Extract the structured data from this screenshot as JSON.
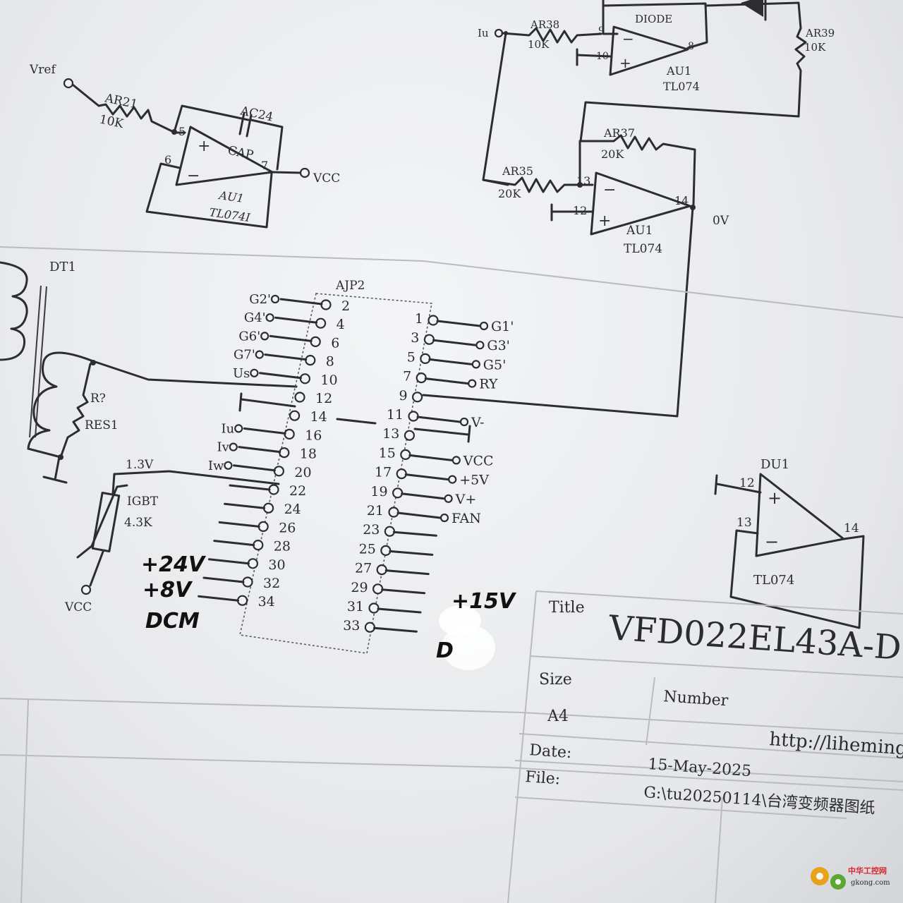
{
  "opamp_circuit_left": {
    "vref_label": "Vref",
    "resistor_ref": "AR21",
    "resistor_value": "10K",
    "cap_ref": "AC24",
    "cap_value": "CAP",
    "pin5": "5",
    "pin6": "6",
    "pin7": "7",
    "plus": "+",
    "minus": "−",
    "output_net": "VCC",
    "chip_ref": "AU1",
    "chip_part": "TL074I"
  },
  "opamp_circuit_top": {
    "input_net": "Iu",
    "r38_ref": "AR38",
    "r38_value": "10K",
    "diode_label": "DIODE",
    "r39_ref": "AR39",
    "r39_value": "10K",
    "pin9": "9",
    "pin10": "10",
    "pin8": "8",
    "plus": "+",
    "minus": "−",
    "chip_ref": "AU1",
    "chip_part": "TL074"
  },
  "opamp_circuit_mid": {
    "r37_ref": "AR37",
    "r37_value": "20K",
    "r35_ref": "AR35",
    "r35_value": "20K",
    "pin13": "13",
    "pin12": "12",
    "pin14": "14",
    "plus": "+",
    "minus": "−",
    "chip_ref": "AU1",
    "chip_part": "TL074",
    "output_voltage": "0V"
  },
  "transformer": {
    "ref": "DT1",
    "res_ref": "R?",
    "res_part": "RES1"
  },
  "thermistor": {
    "voltage": "1.3V",
    "label": "IGBT",
    "value": "4.3K",
    "net": "VCC"
  },
  "connector": {
    "ref": "AJP2",
    "left_pins": [
      {
        "num": "2",
        "net": "G2'"
      },
      {
        "num": "4",
        "net": "G4'"
      },
      {
        "num": "6",
        "net": "G6'"
      },
      {
        "num": "8",
        "net": "G7'"
      },
      {
        "num": "10",
        "net": "Us"
      },
      {
        "num": "12",
        "net": ""
      },
      {
        "num": "14",
        "net": ""
      },
      {
        "num": "16",
        "net": "Iu"
      },
      {
        "num": "18",
        "net": "Iv"
      },
      {
        "num": "20",
        "net": "Iw"
      },
      {
        "num": "22",
        "net": ""
      },
      {
        "num": "24",
        "net": ""
      },
      {
        "num": "26",
        "net": ""
      },
      {
        "num": "28",
        "net": ""
      },
      {
        "num": "30",
        "net": ""
      },
      {
        "num": "32",
        "net": ""
      },
      {
        "num": "34",
        "net": ""
      }
    ],
    "right_pins": [
      {
        "num": "1",
        "net": "G1'"
      },
      {
        "num": "3",
        "net": "G3'"
      },
      {
        "num": "5",
        "net": "G5'"
      },
      {
        "num": "7",
        "net": "RY"
      },
      {
        "num": "9",
        "net": ""
      },
      {
        "num": "11",
        "net": "V-"
      },
      {
        "num": "13",
        "net": ""
      },
      {
        "num": "15",
        "net": "VCC"
      },
      {
        "num": "17",
        "net": "+5V"
      },
      {
        "num": "19",
        "net": "V+"
      },
      {
        "num": "21",
        "net": "FAN"
      },
      {
        "num": "23",
        "net": ""
      },
      {
        "num": "25",
        "net": ""
      },
      {
        "num": "27",
        "net": ""
      },
      {
        "num": "29",
        "net": ""
      },
      {
        "num": "31",
        "net": ""
      },
      {
        "num": "33",
        "net": ""
      }
    ]
  },
  "handwritten": {
    "p30": "+24V",
    "p32": "+8V",
    "p34": "DCM",
    "p29": "+15V",
    "p33": "D"
  },
  "opamp_du1": {
    "ref": "DU1",
    "pin12": "12",
    "pin13": "13",
    "pin14": "14",
    "plus": "+",
    "minus": "−",
    "part": "TL074"
  },
  "title_block": {
    "title_label": "Title",
    "title_value": "VFD022EL43A-D",
    "size_label": "Size",
    "size_value": "A4",
    "number_label": "Number",
    "number_value": "http://liheming",
    "date_label": "Date:",
    "date_value": "15-May-2025",
    "file_label": "File:",
    "file_value": "G:\\tu20250114\\台湾变频器图纸"
  },
  "watermark": {
    "text_cn": "中华工控网",
    "text_en": "gkong.com"
  }
}
